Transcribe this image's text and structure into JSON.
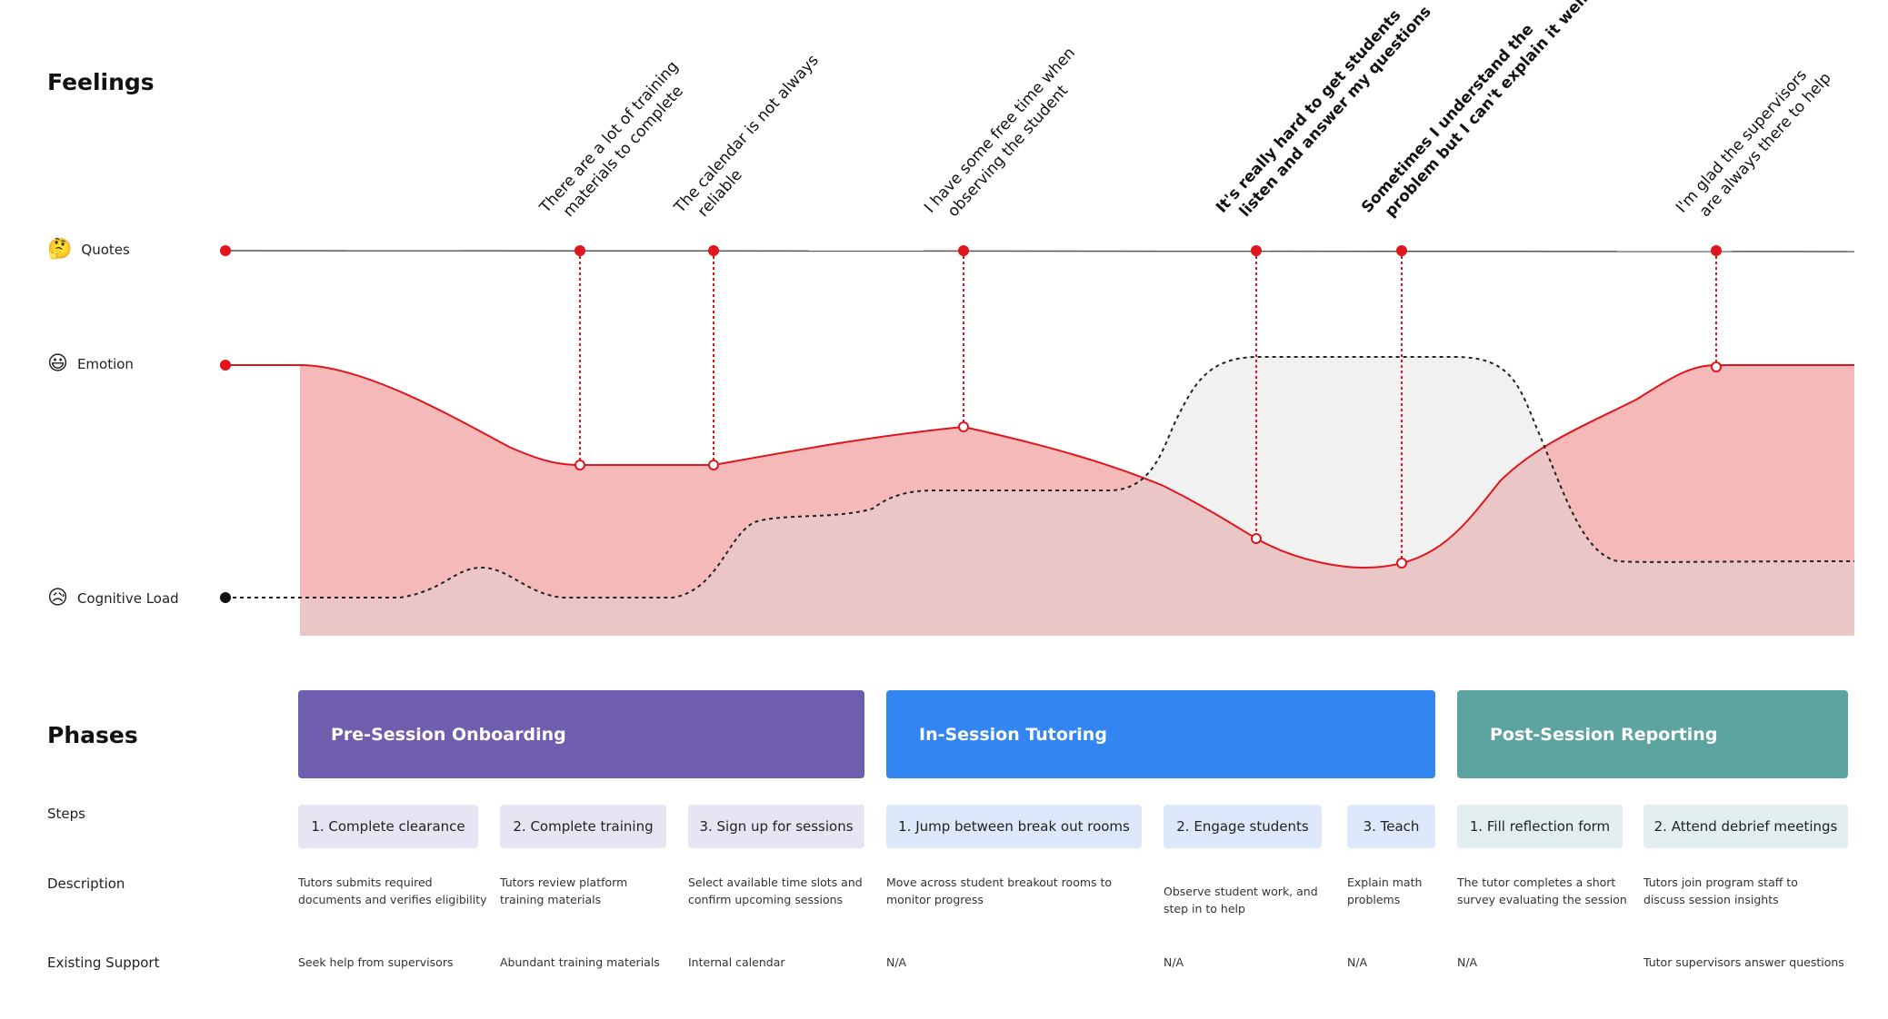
{
  "feelings": {
    "title": "Feelings",
    "rows": {
      "quotes": {
        "label": "Quotes",
        "emoji": "🤔"
      },
      "emotion": {
        "label": "Emotion",
        "emoji": "😃"
      },
      "cognitive_load": {
        "label": "Cognitive Load",
        "emoji": "😥"
      }
    },
    "quotes": [
      {
        "line1": "There are a lot of training",
        "line2": "materials to complete"
      },
      {
        "line1": "The calendar is not always",
        "line2": "reliable"
      },
      {
        "line1": "I have some free time when",
        "line2": "observing the student"
      },
      {
        "line1": "It's really hard to get students",
        "line2": "listen and answer my questions"
      },
      {
        "line1": "Sometimes I understand the",
        "line2": "problem but I can't explain it well"
      },
      {
        "line1": "I'm glad the supervisors",
        "line2": "are always there to help"
      }
    ]
  },
  "phases": {
    "title": "Phases",
    "items": [
      {
        "label": "Pre-Session Onboarding",
        "color": "#6f5eae"
      },
      {
        "label": "In-Session Tutoring",
        "color": "#3386f2"
      },
      {
        "label": "Post-Session Reporting",
        "color": "#5da3a0"
      }
    ]
  },
  "row_labels": {
    "steps": "Steps",
    "description": "Description",
    "existing_support": "Existing Support"
  },
  "steps": [
    {
      "label": "1. Complete clearance",
      "desc1": "Tutors submits required",
      "desc2": "documents and verifies eligibility",
      "support": "Seek help from supervisors",
      "bg": "#e8e4f3"
    },
    {
      "label": "2. Complete training",
      "desc1": "Tutors review platform",
      "desc2": "training materials",
      "support": "Abundant training materials",
      "bg": "#e8e4f3"
    },
    {
      "label": "3. Sign up for sessions",
      "desc1": "Select available time slots and",
      "desc2": "confirm upcoming sessions",
      "support": "Internal calendar",
      "bg": "#e8e4f3"
    },
    {
      "label": "1. Jump between break out rooms",
      "desc1": "Move across student breakout rooms to",
      "desc2": "monitor progress",
      "support": "N/A",
      "bg": "#dde9fb"
    },
    {
      "label": "2. Engage students",
      "desc1": "Observe student work, and",
      "desc2": "step in to help",
      "support": "N/A",
      "bg": "#dde9fb"
    },
    {
      "label": "3. Teach",
      "desc1": "Explain math",
      "desc2": "problems",
      "support": "N/A",
      "bg": "#dde9fb"
    },
    {
      "label": "1. Fill reflection form",
      "desc1": "The tutor completes a short",
      "desc2": "survey evaluating the session",
      "support": "N/A",
      "bg": "#e2eef0"
    },
    {
      "label": "2. Attend debrief meetings",
      "desc1": "Tutors join program staff to",
      "desc2": "discuss session insights",
      "support": "Tutor supervisors answer questions",
      "bg": "#e2eef0"
    }
  ],
  "colors": {
    "emotion_line": "#e0161c",
    "emotion_fill": "#f5b9ba",
    "cognitive_fill": "#f1f1f1",
    "overlap_fill": "#ebc6c6"
  }
}
